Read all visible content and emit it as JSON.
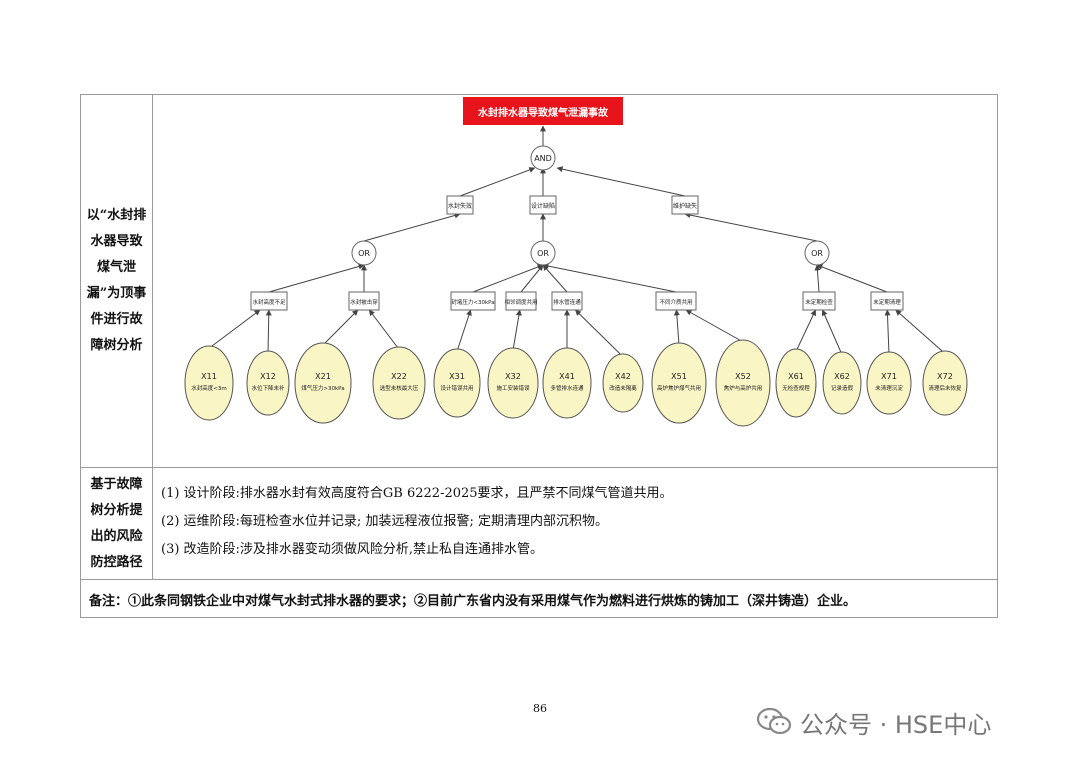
{
  "tree": {
    "top_event": "水封排水器导致煤气泄漏事故",
    "and_gate": "AND",
    "or_gate": "OR",
    "mid_events": [
      "水封失效",
      "设计缺陷",
      "维护缺失"
    ],
    "sub_events": [
      "水封高度不足",
      "水封被击穿",
      "封堵压力<30kPa",
      "相邻调度共用",
      "排水管连通",
      "不同介质共用",
      "未定期检查",
      "未定期清理"
    ],
    "basic_events": [
      {
        "code": "X11",
        "desc": "水封高度<3m"
      },
      {
        "code": "X12",
        "desc": "水位下降未补"
      },
      {
        "code": "X21",
        "desc": "煤气压力>30kPa"
      },
      {
        "code": "X22",
        "desc": "选型未核最大压"
      },
      {
        "code": "X31",
        "desc": "设计错误共用"
      },
      {
        "code": "X32",
        "desc": "施工安装错误"
      },
      {
        "code": "X41",
        "desc": "多管排水连通"
      },
      {
        "code": "X42",
        "desc": "改造未隔离"
      },
      {
        "code": "X51",
        "desc": "高炉焦炉煤气共用"
      },
      {
        "code": "X52",
        "desc": "焦炉与高炉共用"
      },
      {
        "code": "X61",
        "desc": "无检查规程"
      },
      {
        "code": "X62",
        "desc": "记录造假"
      },
      {
        "code": "X71",
        "desc": "未清理沉淀"
      },
      {
        "code": "X72",
        "desc": "清理后未恢复"
      }
    ]
  },
  "rows": {
    "fta_label": "以“水封排水器导致煤气泄漏”为顶事件进行故障树分析",
    "measures_label": "基于故障树分析提出的风险防控路径",
    "measures": [
      "(1)  设计阶段:排水器水封有效高度符合GB 6222-2025要求，且严禁不同煤气管道共用。",
      "(2)  运维阶段:每班检查水位并记录;  加装远程液位报警;  定期清理内部沉积物。",
      "(3)  改造阶段:涉及排水器变动须做风险分析,禁止私自连通排水管。"
    ],
    "note": "备注：①此条同钢铁企业中对煤气水封式排水器的要求；②目前广东省内没有采用煤气作为燃料进行烘炼的铸加工（深井铸造）企业。"
  },
  "page_number": "86",
  "watermark": "公众号 · HSE中心",
  "colors": {
    "top_event_bg": "#e8141c",
    "node_fill": "#f9f5c4",
    "node_stroke": "#555555"
  }
}
